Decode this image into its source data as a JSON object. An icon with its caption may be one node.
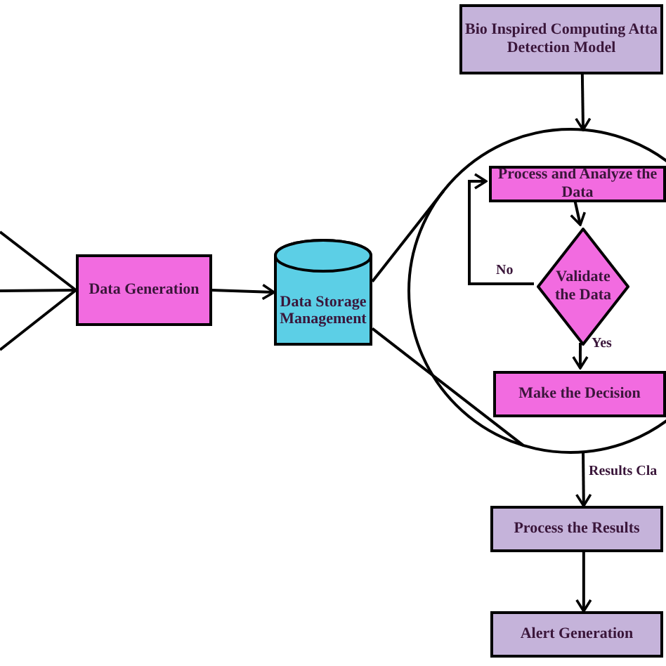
{
  "diagram": {
    "nodes": [
      {
        "text": [
          "Bio Inspired Computing Atta Detection Model"
        ]
      },
      {
        "text": [
          "Data Generation"
        ]
      },
      {
        "text": [
          "Data Storage Management"
        ]
      },
      {
        "text": [],
        "shape": "circle"
      },
      {
        "text": [
          "Process and Analyze the Data"
        ],
        "in": 3
      },
      {
        "text": [
          "Validate the Data"
        ],
        "in": 3
      },
      {
        "text": [
          "Make the Decision"
        ],
        "in": 3
      },
      {
        "text": [
          "Process the Results"
        ]
      },
      {
        "text": [
          "Alert Generation"
        ]
      }
    ],
    "edges": [
      {
        "from": null,
        "to": 1,
        "arrow": "none"
      },
      {
        "from": null,
        "to": 1,
        "arrow": "none"
      },
      {
        "from": null,
        "to": 1,
        "arrow": "none"
      },
      {
        "from": 1,
        "to": 2,
        "arrow": "to"
      },
      {
        "from": 2,
        "to": 3,
        "arrow": "none"
      },
      {
        "from": 2,
        "to": 3,
        "arrow": "none"
      },
      {
        "from": 0,
        "to": 3,
        "arrow": "to"
      },
      {
        "from": 4,
        "to": 5,
        "arrow": "to"
      },
      {
        "from": 5,
        "to": 4,
        "arrow": "to",
        "label": "No"
      },
      {
        "from": 5,
        "to": 6,
        "arrow": "to",
        "label": "Yes"
      },
      {
        "from": 3,
        "to": 7,
        "arrow": "to",
        "label": "Results Cla"
      },
      {
        "from": 7,
        "to": 8,
        "arrow": "to"
      }
    ]
  }
}
